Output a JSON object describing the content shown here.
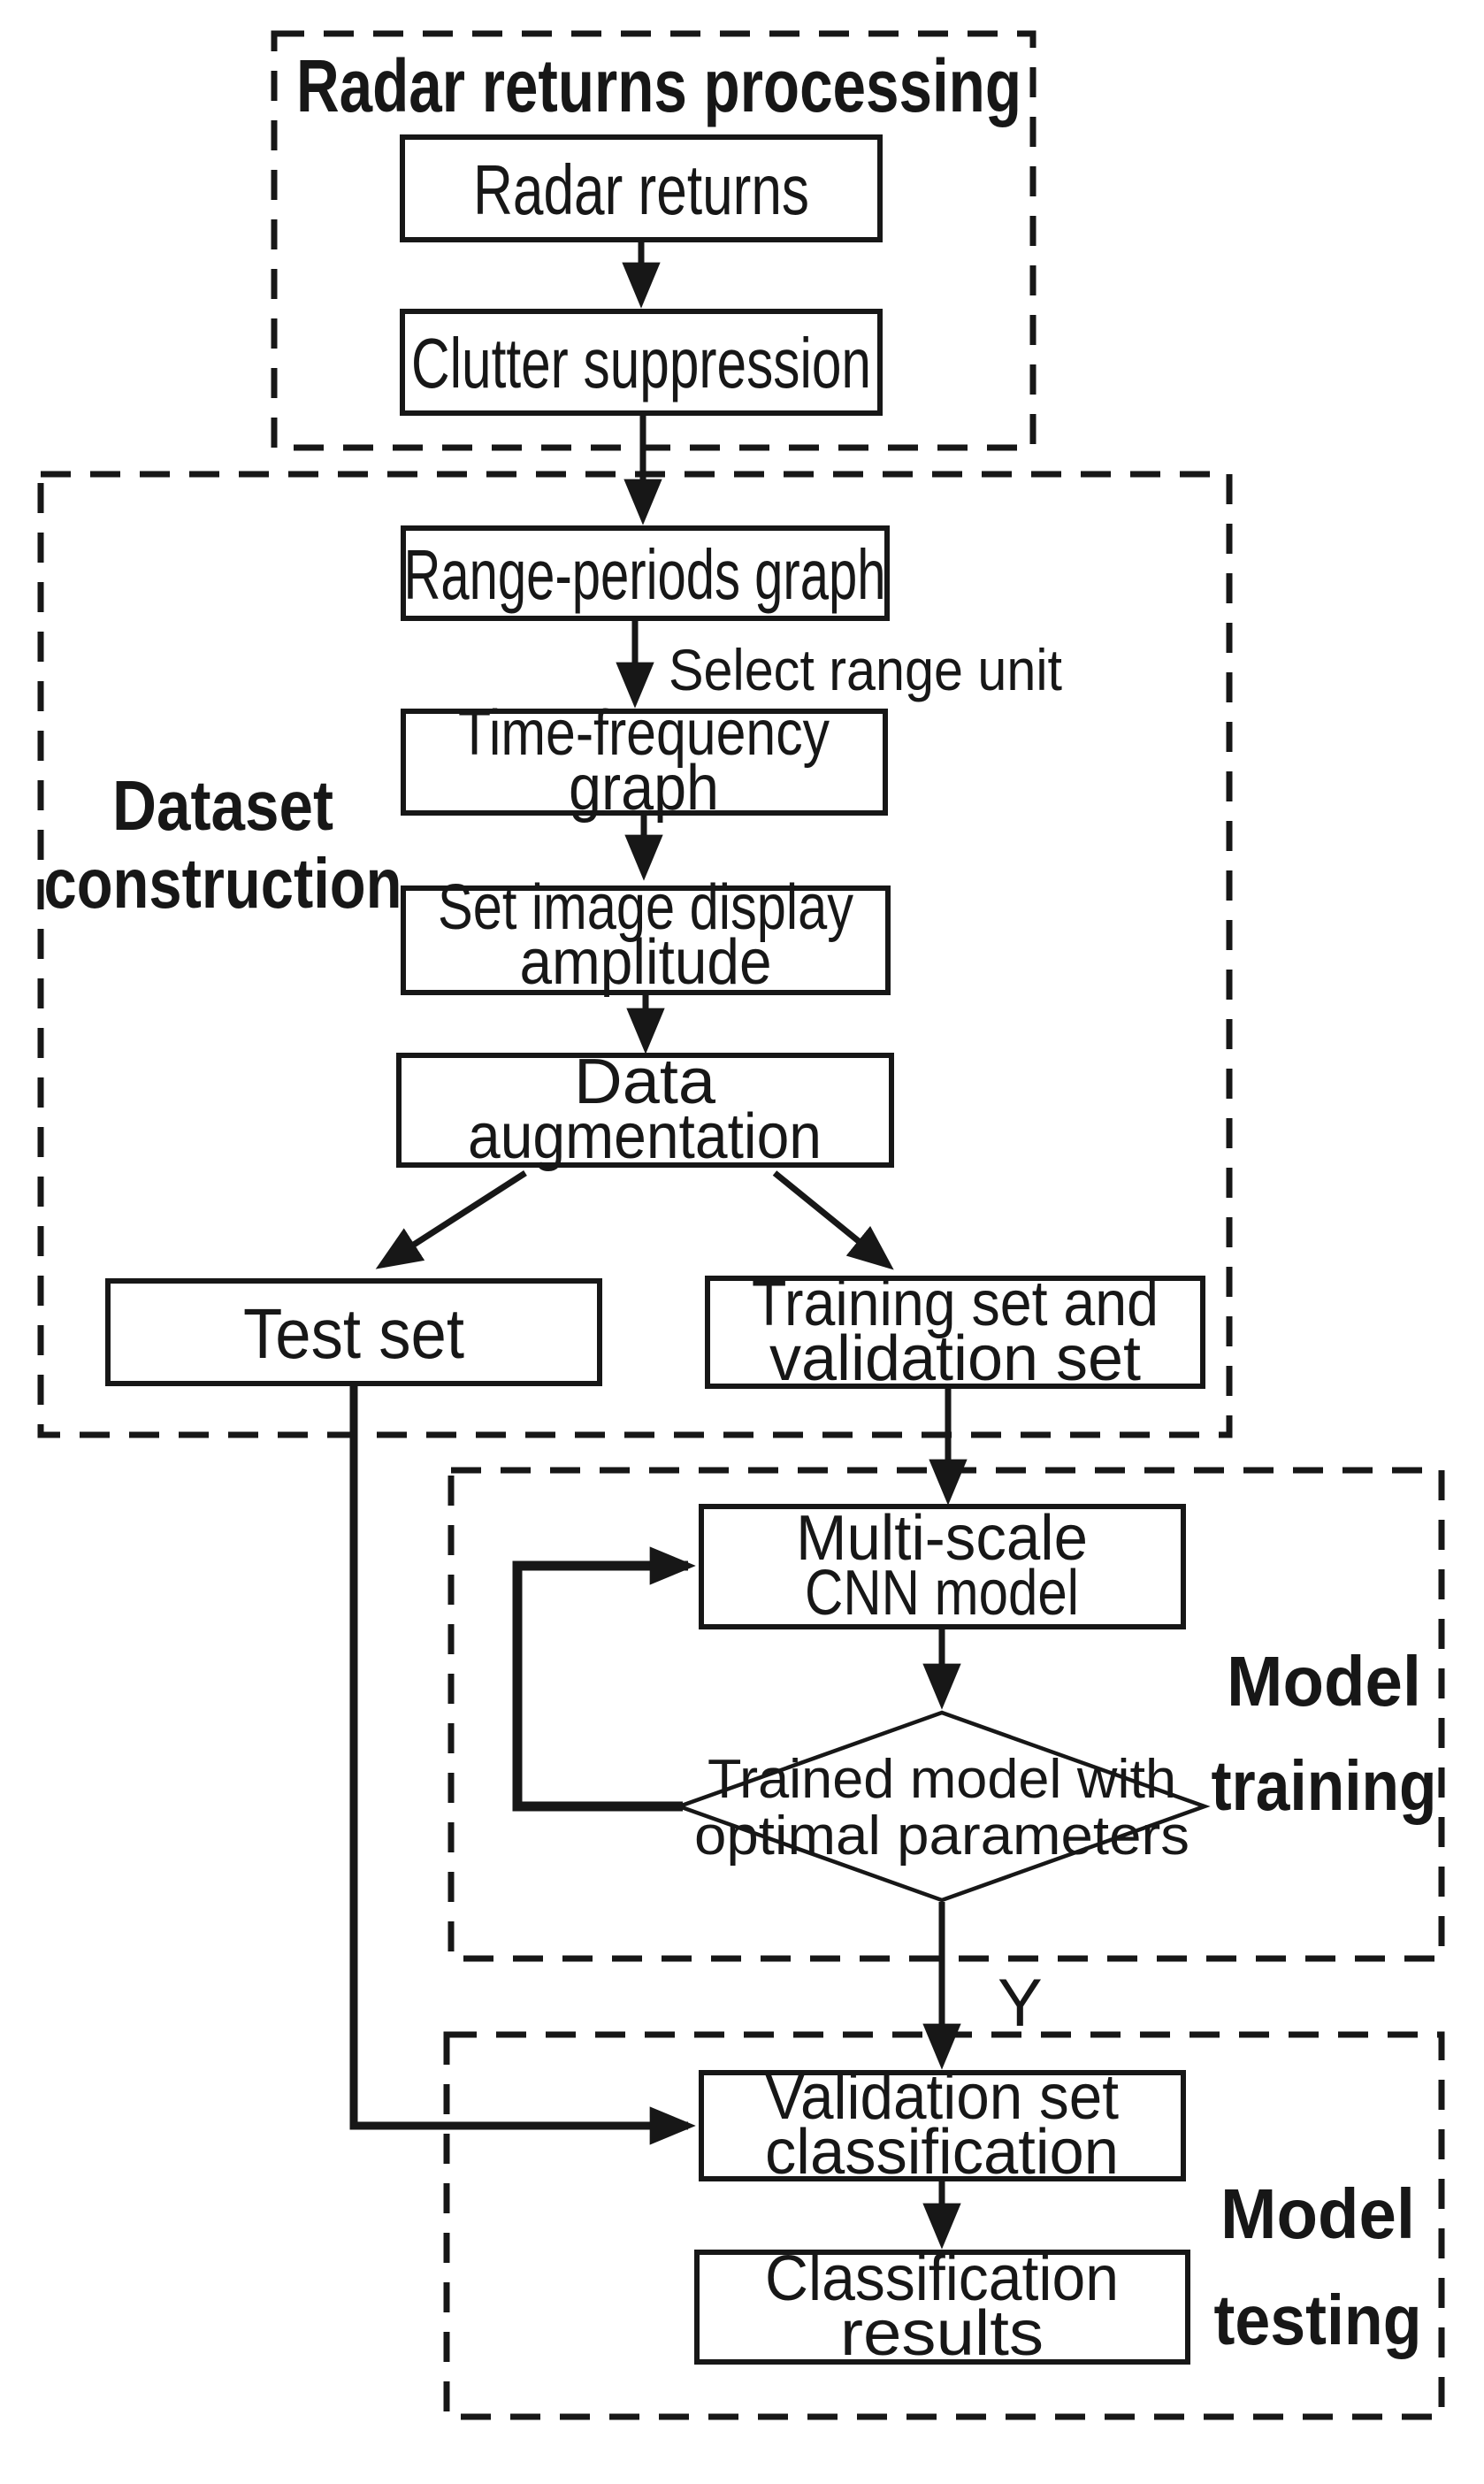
{
  "diagram_title": "Radar classification flowchart",
  "colors": {
    "ink": "#171717",
    "background": "#ffffff"
  },
  "sections": {
    "radar_processing": {
      "title": "Radar returns processing"
    },
    "dataset_construction": {
      "title_line1": "Dataset",
      "title_line2": "construction"
    },
    "model_training": {
      "title_line1": "Model",
      "title_line2": "training"
    },
    "model_testing": {
      "title_line1": "Model",
      "title_line2": "testing"
    }
  },
  "nodes": {
    "radar_returns": {
      "label": "Radar returns"
    },
    "clutter_suppression": {
      "label": "Clutter suppression"
    },
    "range_periods_graph": {
      "label": "Range-periods graph"
    },
    "time_frequency_graph": {
      "line1": "Time-frequency",
      "line2": "graph"
    },
    "set_image_display_amplitude": {
      "line1": "Set image display",
      "line2": "amplitude"
    },
    "data_augmentation": {
      "line1": "Data",
      "line2": "augmentation"
    },
    "test_set": {
      "label": "Test set"
    },
    "training_and_validation_set": {
      "line1": "Training set and",
      "line2": "validation set"
    },
    "multi_scale_cnn_model": {
      "line1": "Multi-scale",
      "line2": "CNN model"
    },
    "trained_model_decision": {
      "line1": "Trained model with",
      "line2": "optimal parameters"
    },
    "validation_set_classification": {
      "line1": "Validation set",
      "line2": "classification"
    },
    "classification_results": {
      "line1": "Classification",
      "line2": "results"
    }
  },
  "edge_labels": {
    "select_range_unit": "Select range unit",
    "decision_yes": "Y"
  }
}
